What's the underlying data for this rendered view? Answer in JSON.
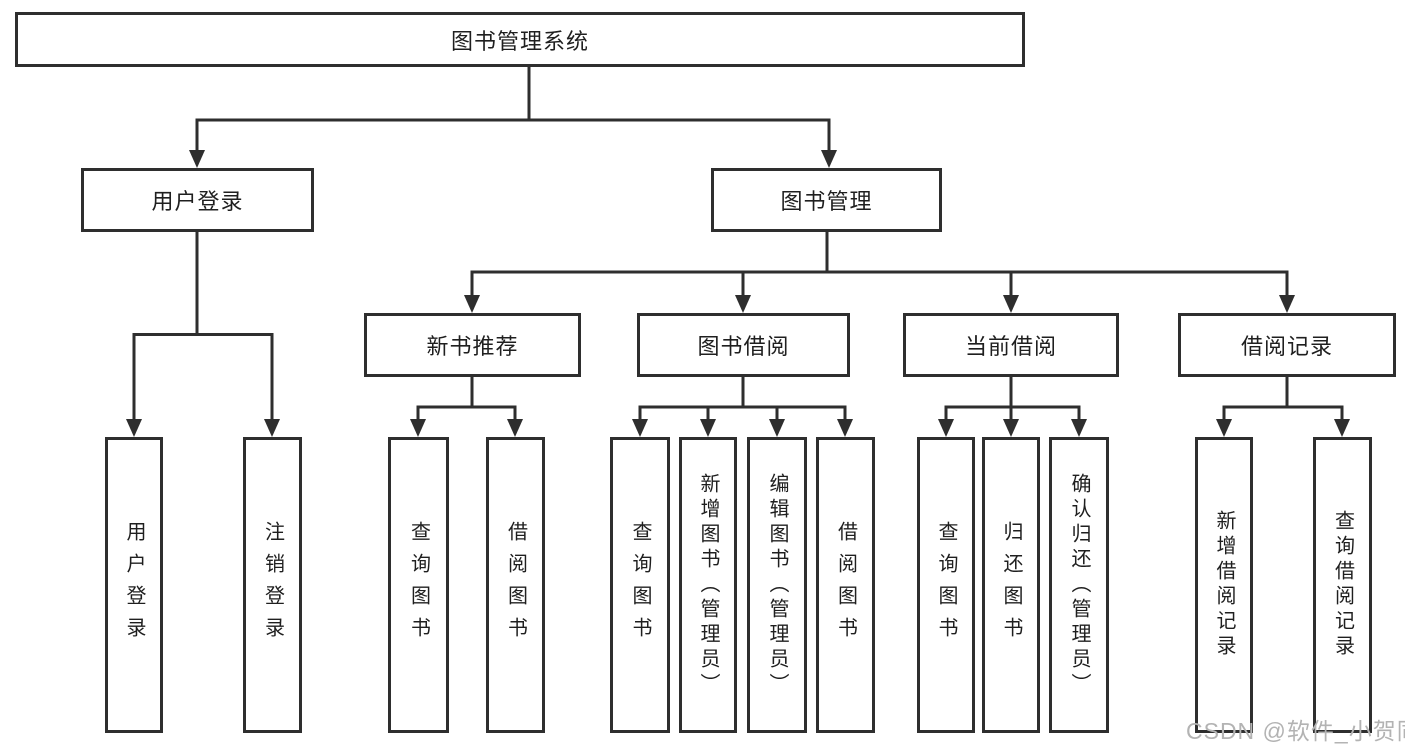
{
  "diagram": {
    "title": "图书管理系统",
    "root": {
      "label": "图书管理系统"
    },
    "level2": [
      {
        "label": "用户登录"
      },
      {
        "label": "图书管理"
      }
    ],
    "level3": [
      {
        "label": "新书推荐"
      },
      {
        "label": "图书借阅"
      },
      {
        "label": "当前借阅"
      },
      {
        "label": "借阅记录"
      }
    ],
    "leaves": [
      {
        "label": "用户登录",
        "parent": "用户登录"
      },
      {
        "label": "注销登录",
        "parent": "用户登录"
      },
      {
        "label": "查询图书",
        "parent": "新书推荐"
      },
      {
        "label": "借阅图书",
        "parent": "新书推荐"
      },
      {
        "label": "查询图书",
        "parent": "图书借阅"
      },
      {
        "label": "新增图书（管理员）",
        "parent": "图书借阅"
      },
      {
        "label": "编辑图书（管理员）",
        "parent": "图书借阅"
      },
      {
        "label": "借阅图书",
        "parent": "图书借阅"
      },
      {
        "label": "查询图书",
        "parent": "当前借阅"
      },
      {
        "label": "归还图书",
        "parent": "当前借阅"
      },
      {
        "label": "确认归还（管理员）",
        "parent": "当前借阅"
      },
      {
        "label": "新增借阅记录",
        "parent": "借阅记录"
      },
      {
        "label": "查询借阅记录",
        "parent": "借阅记录"
      }
    ]
  },
  "watermark": {
    "text": "CSDN @软件_小贺同学"
  },
  "colors": {
    "line": "#2e2e2e",
    "border": "#2e2e2e",
    "text": "#1f1f1f",
    "watermark": "#b3b3b3",
    "background": "#ffffff"
  }
}
